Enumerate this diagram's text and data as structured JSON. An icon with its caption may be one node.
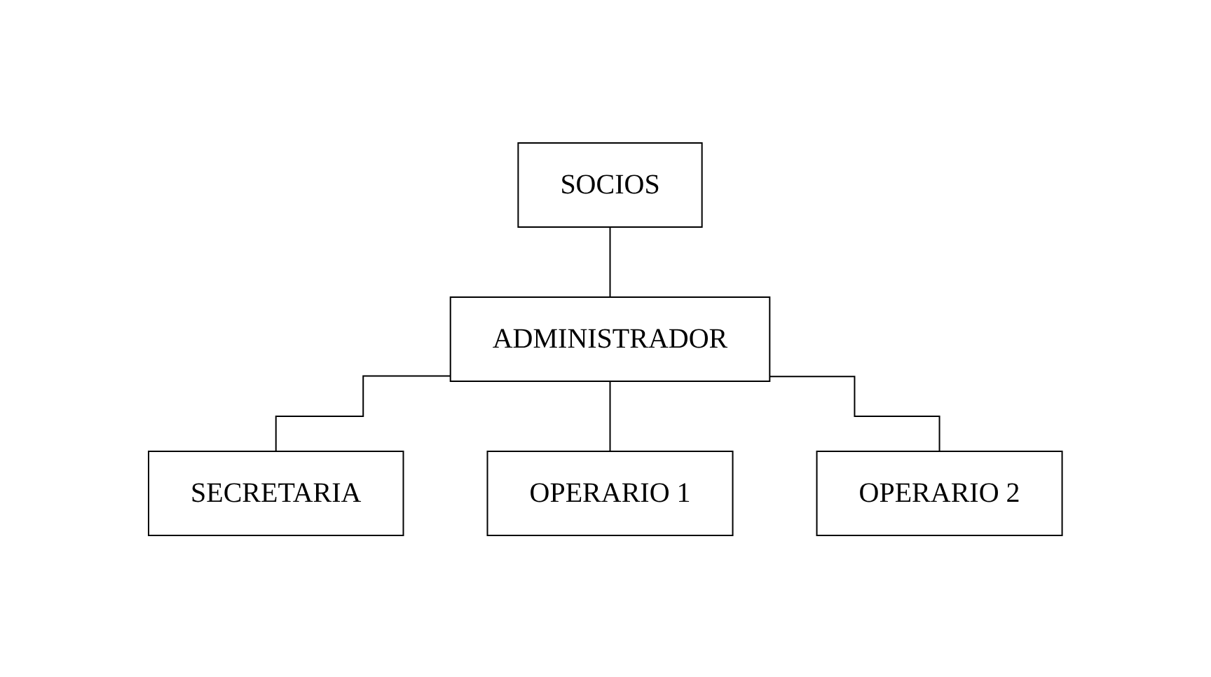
{
  "diagram": {
    "nodes": [
      {
        "text": [
          "SOCIOS"
        ]
      },
      {
        "text": [
          "ADMINISTRADOR"
        ]
      },
      {
        "text": [
          "SECRETARIA"
        ]
      },
      {
        "text": [
          "OPERARIO 1"
        ]
      },
      {
        "text": [
          "OPERARIO 2"
        ]
      }
    ],
    "edges": [
      {
        "from": 0,
        "to": 1,
        "arrow": "none"
      },
      {
        "from": 1,
        "to": 2,
        "arrow": "none"
      },
      {
        "from": 1,
        "to": 3,
        "arrow": "none"
      },
      {
        "from": 1,
        "to": 4,
        "arrow": "none"
      }
    ]
  }
}
